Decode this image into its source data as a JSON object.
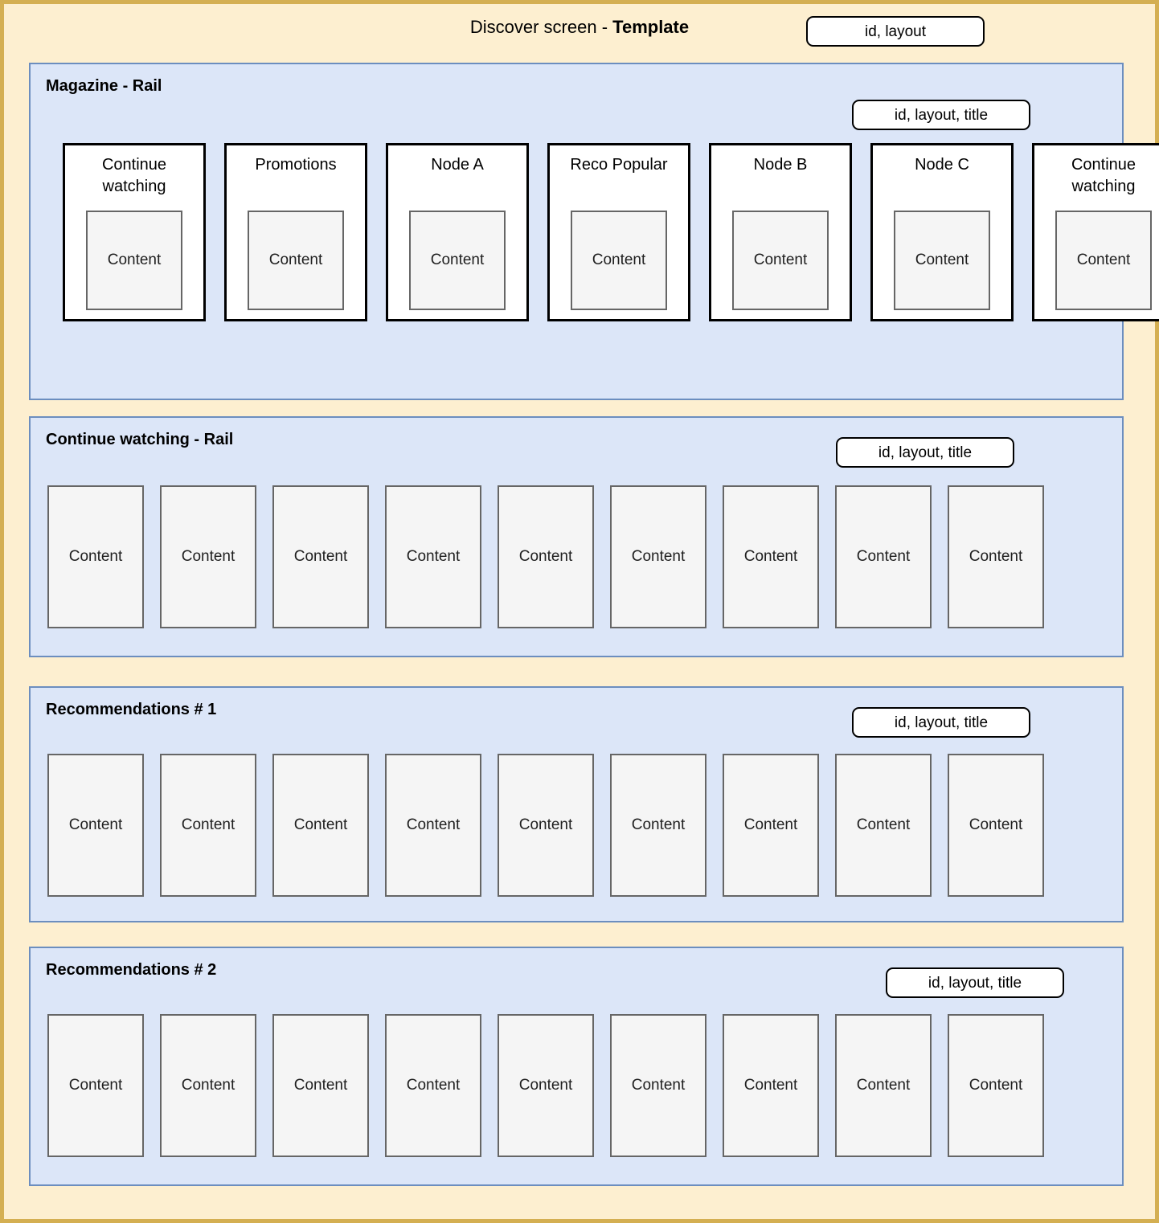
{
  "header": {
    "title_prefix": "Discover screen - ",
    "title_strong": "Template",
    "badge": "id, layout"
  },
  "colors": {
    "page_background": "#fdefd0",
    "page_border": "#d4af52",
    "section_background": "#dce6f8",
    "section_border": "#6c8ebf",
    "card_background": "#ffffff",
    "card_border": "#000000",
    "content_background": "#f5f5f5",
    "content_border": "#666666"
  },
  "content_label": "Content",
  "sections": [
    {
      "id": "magazine",
      "title": "Magazine - Rail",
      "badge": "id, layout, title",
      "type": "magazine",
      "cards": [
        {
          "title": "Continue watching",
          "content": "Content"
        },
        {
          "title": "Promotions",
          "content": "Content"
        },
        {
          "title": "Node A",
          "content": "Content"
        },
        {
          "title": "Reco Popular",
          "content": "Content"
        },
        {
          "title": "Node B",
          "content": "Content"
        },
        {
          "title": "Node C",
          "content": "Content"
        },
        {
          "title": "Continue watching",
          "content": "Content"
        }
      ]
    },
    {
      "id": "continue",
      "title": "Continue watching - Rail",
      "badge": "id, layout, title",
      "type": "content-rail",
      "items": [
        {
          "content": "Content"
        },
        {
          "content": "Content"
        },
        {
          "content": "Content"
        },
        {
          "content": "Content"
        },
        {
          "content": "Content"
        },
        {
          "content": "Content"
        },
        {
          "content": "Content"
        },
        {
          "content": "Content"
        },
        {
          "content": "Content"
        }
      ]
    },
    {
      "id": "reco1",
      "title": "Recommendations # 1",
      "badge": "id, layout, title",
      "type": "content-rail",
      "items": [
        {
          "content": "Content"
        },
        {
          "content": "Content"
        },
        {
          "content": "Content"
        },
        {
          "content": "Content"
        },
        {
          "content": "Content"
        },
        {
          "content": "Content"
        },
        {
          "content": "Content"
        },
        {
          "content": "Content"
        },
        {
          "content": "Content"
        }
      ]
    },
    {
      "id": "reco2",
      "title": "Recommendations # 2",
      "badge": "id, layout, title",
      "type": "content-rail",
      "items": [
        {
          "content": "Content"
        },
        {
          "content": "Content"
        },
        {
          "content": "Content"
        },
        {
          "content": "Content"
        },
        {
          "content": "Content"
        },
        {
          "content": "Content"
        },
        {
          "content": "Content"
        },
        {
          "content": "Content"
        },
        {
          "content": "Content"
        }
      ]
    }
  ]
}
